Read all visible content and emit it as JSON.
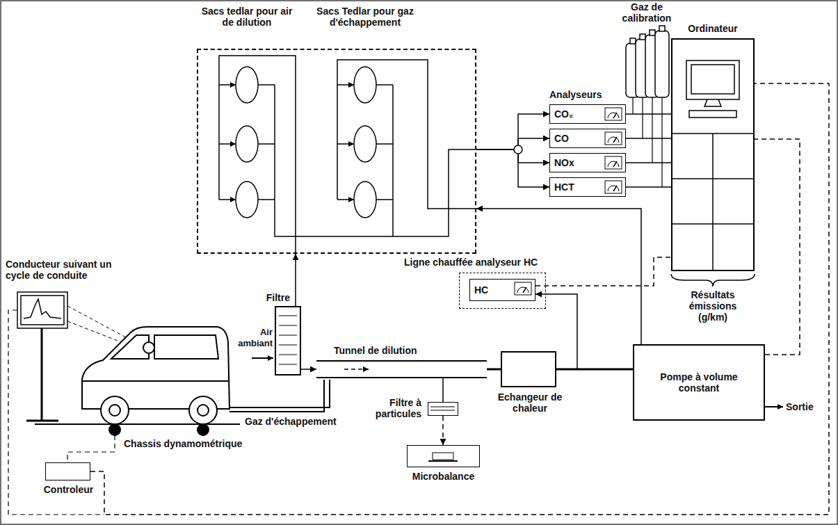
{
  "diagram": {
    "nodes": [
      {
        "text": [
          "Sacs tedlar pour air de dilution",
          "Sacs Tedlar pour gaz d'échappement"
        ]
      },
      {
        "text": [
          "CO₂"
        ]
      },
      {
        "text": [
          "CO"
        ]
      },
      {
        "text": [
          "NOx"
        ]
      },
      {
        "text": [
          "HCT"
        ]
      },
      {
        "text": [
          "Ordinateur"
        ]
      },
      {
        "text": [
          "Ligne chauffée analyseur HC"
        ]
      },
      {
        "text": [
          "HC"
        ],
        "in": 6
      },
      {
        "text": [
          "Filtre"
        ]
      },
      {
        "text": [
          "Tunnel de dilution"
        ]
      },
      {
        "text": [
          "Filtre à particules"
        ]
      },
      {
        "text": [
          "Microbalance"
        ]
      },
      {
        "text": [
          "Echangeur de chaleur"
        ]
      },
      {
        "text": [
          "Pompe à volume constant"
        ]
      },
      {
        "text": [
          "Controleur"
        ]
      }
    ],
    "edges": [
      {
        "from": 8,
        "to": 9,
        "arrow": "to"
      },
      {
        "from": 8,
        "to": 0,
        "arrow": "to"
      },
      {
        "from": 9,
        "to": 10,
        "arrow": "none"
      },
      {
        "from": 10,
        "to": 11,
        "arrow": "to"
      },
      {
        "from": 9,
        "to": 12,
        "arrow": "none"
      },
      {
        "from": 12,
        "to": 13,
        "arrow": "none"
      },
      {
        "from": 12,
        "to": 7,
        "arrow": "to"
      },
      {
        "from": 13,
        "to": 0,
        "arrow": "to"
      },
      {
        "from": 0,
        "to": 1,
        "arrow": "to"
      },
      {
        "from": 0,
        "to": 2,
        "arrow": "to"
      },
      {
        "from": 0,
        "to": 3,
        "arrow": "to"
      },
      {
        "from": 0,
        "to": 4,
        "arrow": "to"
      },
      {
        "from": 1,
        "to": 5,
        "arrow": "none"
      },
      {
        "from": 2,
        "to": 5,
        "arrow": "none"
      },
      {
        "from": 3,
        "to": 5,
        "arrow": "none"
      },
      {
        "from": 4,
        "to": 5,
        "arrow": "none"
      },
      {
        "from": 7,
        "to": 5,
        "arrow": "none"
      },
      {
        "from": 13,
        "to": 5,
        "arrow": "none"
      },
      {
        "from": 14,
        "to": 5,
        "arrow": "none"
      }
    ],
    "labels": [
      "Gaz de calibration",
      "Analyseurs",
      "Résultats émissions (g/km)",
      "Conducteur suivant un cycle de conduite",
      "Air ambiant",
      "Gaz d'échappement",
      "Chassis dynamométrique",
      "Sortie"
    ]
  }
}
